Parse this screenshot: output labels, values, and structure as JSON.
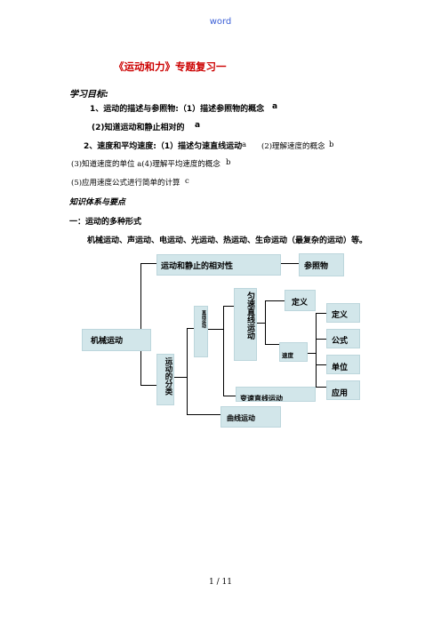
{
  "header": {
    "word": "word"
  },
  "title": "《运动和力》专题复习一",
  "objectives": {
    "heading": "学习目标:",
    "line1_main": "1、运动的描述与参照物:（1）描述参照物的概念",
    "line1_level": "a",
    "line2_main": "(2)知道运动和静止相对的",
    "line2_level": "a",
    "line3_main": "2、速度和平均速度:（1）描述匀速直线运动",
    "line3_a": "a",
    "line3_sub": "(2)理解速度的概念",
    "line3_b": "b",
    "line4": "(3)知道速度的单位 a(4)理解平均速度的概念",
    "line4_level": "b",
    "line5": "(5)应用速度公式进行简单的计算",
    "line5_level": "c"
  },
  "knowledge": {
    "heading": "知识体系与要点",
    "section1": "一：运动的多种形式",
    "forms": "机械运动、声运动、电运动、光运动、热运动、生命运动（最复杂的运动）等。"
  },
  "diagram": {
    "mechanical": "机械运动",
    "relativity": "运动和静止的相对性",
    "reference": "参照物",
    "classification": "运动的分类",
    "straight": "直线运动",
    "uniform": "匀速直线运动",
    "definition1": "定义",
    "speed": "速度",
    "definition2": "定义",
    "formula": "公式",
    "unit": "单位",
    "application": "应用",
    "variable": "变速直线运动",
    "curve": "曲线运动"
  },
  "footer": {
    "page": "1 / 11"
  }
}
